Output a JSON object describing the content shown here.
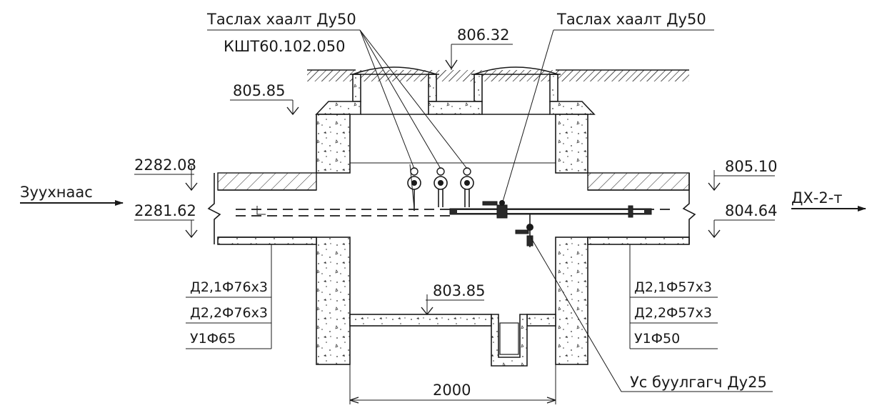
{
  "drawing": {
    "labels": {
      "valve_left_name": "Таслах хаалт Ду50",
      "valve_left_code": "КШТ60.102.050",
      "valve_right_name": "Таслах хаалт Ду50",
      "drain_valve": "Ус буулгагч Ду25",
      "inlet": "Зуухнаас",
      "outlet": "ДХ-2-т",
      "width_dim": "2000"
    },
    "elevations": {
      "top_ground": "806.32",
      "top_slab": "805.85",
      "left_pipe_top": "2282.08",
      "left_pipe_bottom": "2281.62",
      "right_pipe_top": "805.10",
      "right_pipe_bottom": "804.64",
      "floor": "803.85"
    },
    "pipes_left": [
      "Д2,1Ф76х3",
      "Д2,2Ф76х3",
      "У1Ф65"
    ],
    "pipes_right": [
      "Д2,1Ф57х3",
      "Д2,2Ф57х3",
      "У1Ф50"
    ]
  }
}
